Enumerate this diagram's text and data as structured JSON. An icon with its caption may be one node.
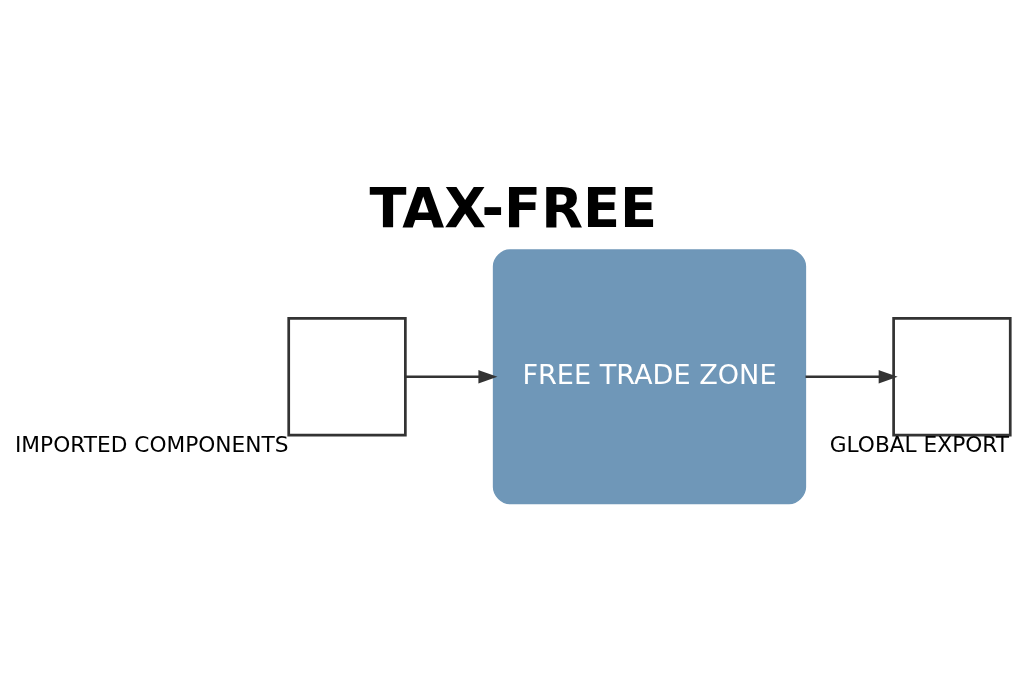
{
  "diagram": {
    "title": "TAX-FREE",
    "nodes": [
      {
        "text": [],
        "shape": "box",
        "beside": [
          "IMPORTED COMPONENTS"
        ]
      },
      {
        "text": [
          "FREE TRADE ZONE"
        ]
      },
      {
        "text": [],
        "shape": "box",
        "beside": [
          "GLOBAL EXPORT"
        ]
      }
    ],
    "edges": [
      {
        "from": 0,
        "to": 1,
        "arrow": "to"
      },
      {
        "from": 1,
        "to": 2,
        "arrow": "to"
      }
    ]
  }
}
